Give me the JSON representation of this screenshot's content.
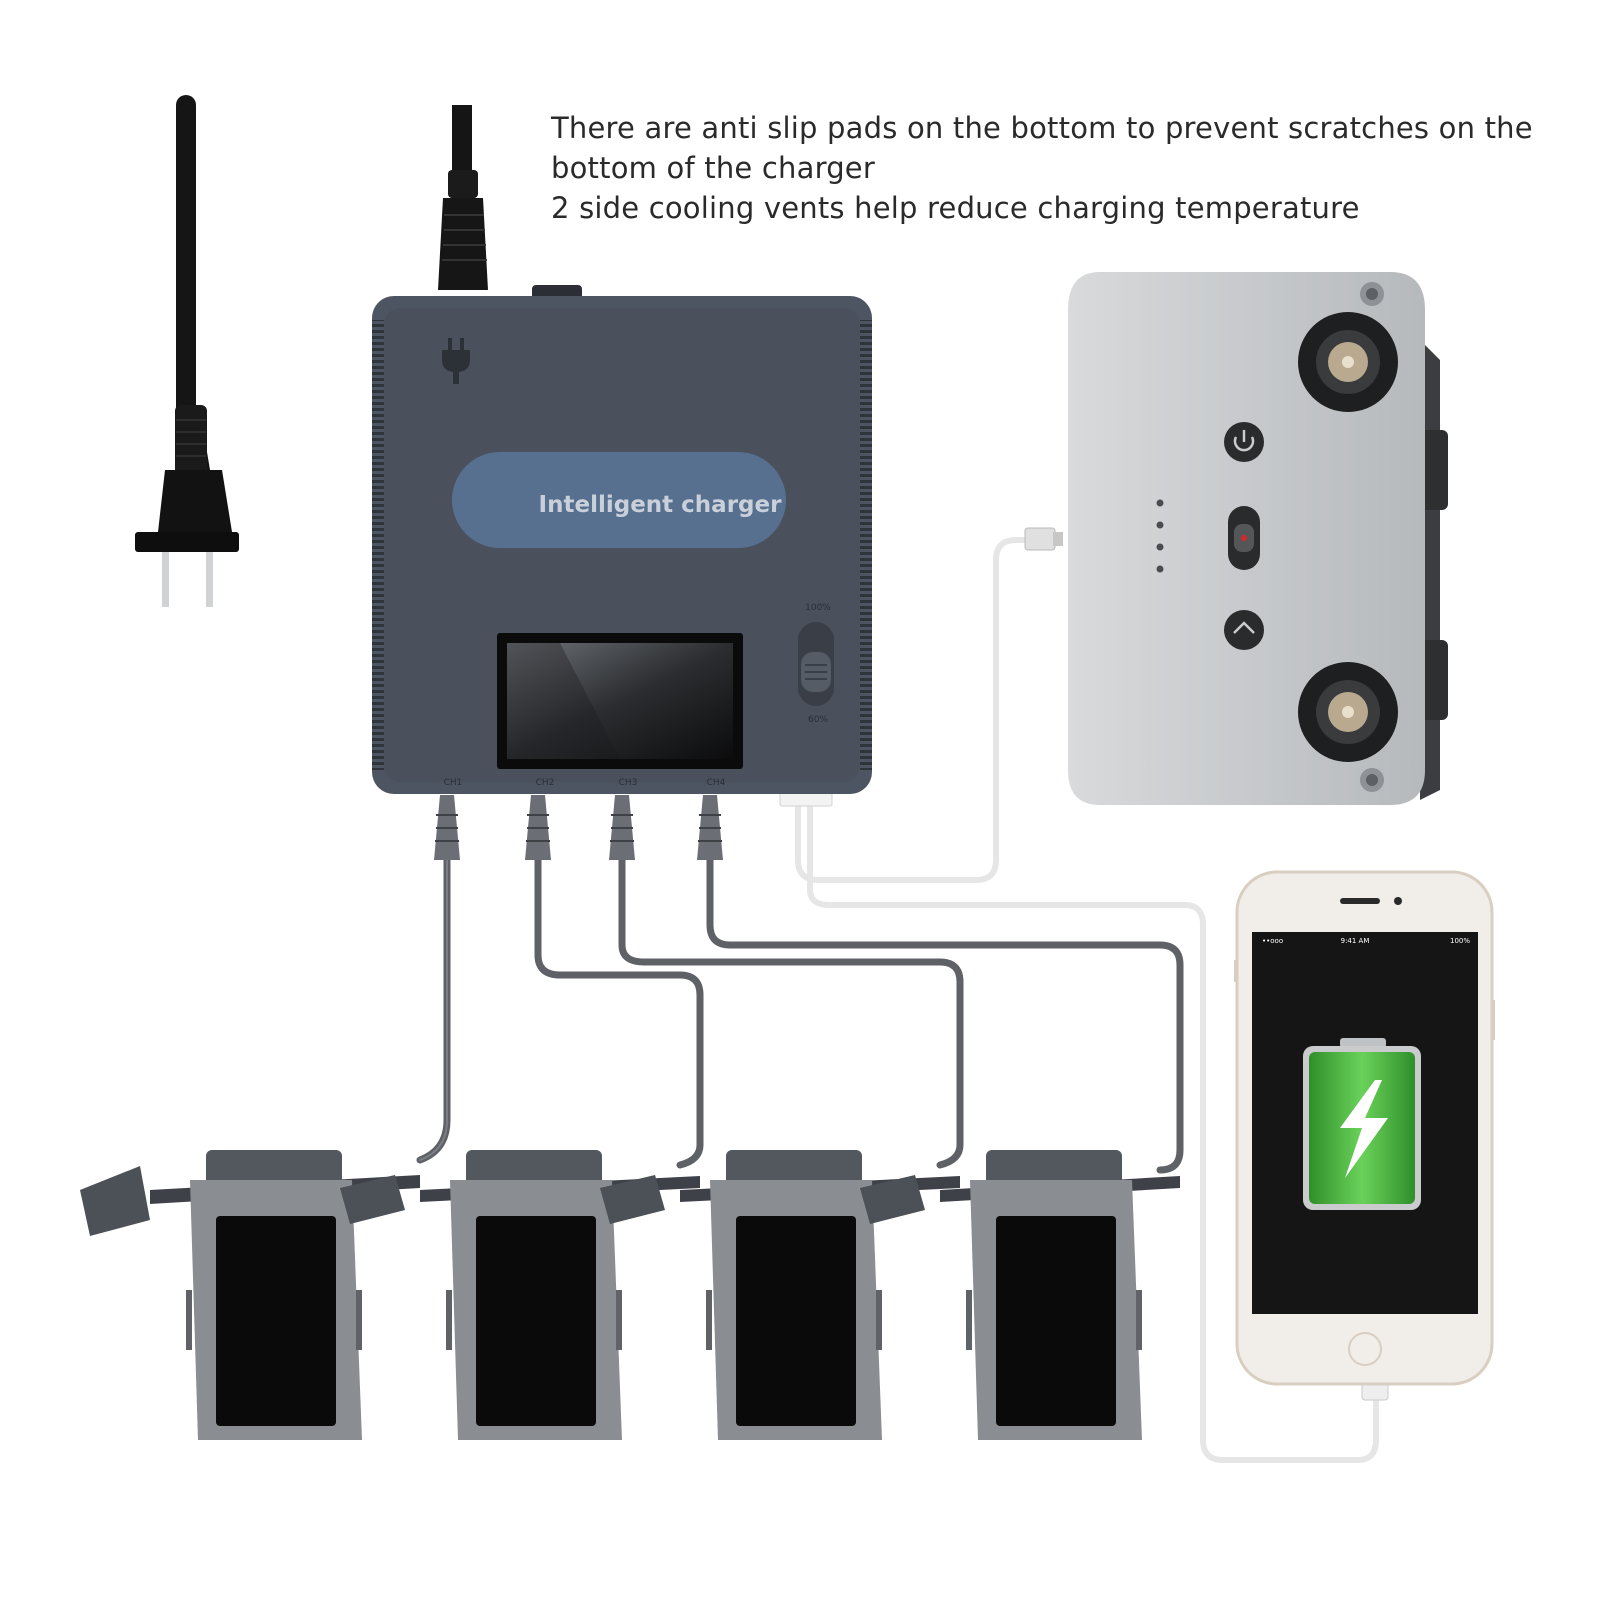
{
  "description": {
    "line1": "There are anti slip pads on the bottom to prevent scratches on the",
    "line2": "bottom of the charger",
    "line3": "2 side cooling vents help reduce charging temperature"
  },
  "charger": {
    "label": "Intelligent charger",
    "switch_top": "100%",
    "switch_bottom": "60%",
    "ports": [
      "CH1",
      "CH2",
      "CH3",
      "CH4"
    ]
  },
  "phone": {
    "status_left": "••ooo",
    "status_center": "9:41 AM",
    "status_right": "100%"
  },
  "colors": {
    "charger_body": "#4e5562",
    "badge": "#58708f",
    "battery_green": "#4cbb3f",
    "remote_body": "#c9cbcd"
  }
}
